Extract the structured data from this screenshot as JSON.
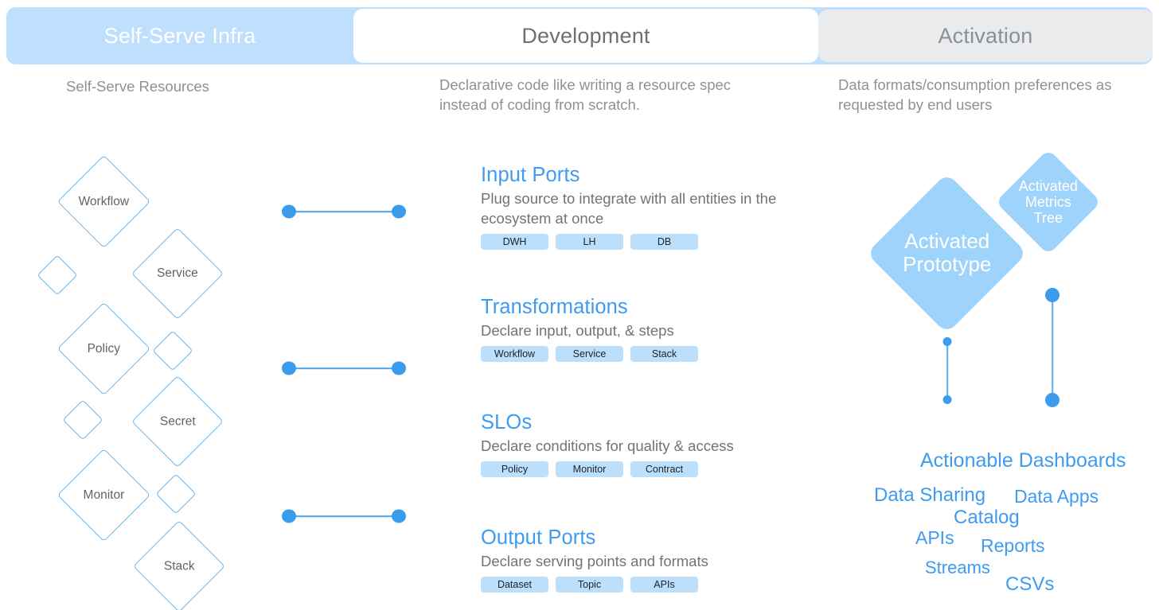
{
  "tabs": [
    {
      "id": "self-serve-infra",
      "label": "Self-Serve Infra",
      "state": "filled-blue"
    },
    {
      "id": "development",
      "label": "Development",
      "state": "white-active"
    },
    {
      "id": "activation",
      "label": "Activation",
      "state": "gray"
    }
  ],
  "column_subtitles": {
    "left": "Self-Serve Resources",
    "middle": "Declarative code like writing a resource spec instead of coding from scratch.",
    "right": "Data formats/consumption preferences as requested by end users"
  },
  "left_column": {
    "diamonds": [
      {
        "label": "Workflow",
        "size": "large"
      },
      {
        "label": "",
        "size": "small"
      },
      {
        "label": "Service",
        "size": "large"
      },
      {
        "label": "Policy",
        "size": "large"
      },
      {
        "label": "",
        "size": "small"
      },
      {
        "label": "",
        "size": "small"
      },
      {
        "label": "Secret",
        "size": "large"
      },
      {
        "label": "Monitor",
        "size": "large"
      },
      {
        "label": "",
        "size": "small"
      },
      {
        "label": "Stack",
        "size": "large"
      }
    ]
  },
  "middle_column": {
    "sections": [
      {
        "title": "Input Ports",
        "description": "Plug source to integrate with all entities in the ecosystem at once",
        "pills": [
          "DWH",
          "LH",
          "DB"
        ]
      },
      {
        "title": "Transformations",
        "description": "Declare input, output, & steps",
        "pills": [
          "Workflow",
          "Service",
          "Stack"
        ]
      },
      {
        "title": "SLOs",
        "description": "Declare conditions for quality & access",
        "pills": [
          "Policy",
          "Monitor",
          "Contract"
        ]
      },
      {
        "title": "Output Ports",
        "description": "Declare serving points and formats",
        "pills": [
          "Dataset",
          "Topic",
          "APIs"
        ]
      }
    ]
  },
  "right_column": {
    "diamonds": [
      {
        "label": "Activated\nPrototype",
        "size": "large"
      },
      {
        "label": "Activated\nMetrics\nTree",
        "size": "medium"
      }
    ],
    "word_cloud": [
      "Actionable Dashboards",
      "Data Sharing",
      "Data Apps",
      "Catalog",
      "APIs",
      "Reports",
      "Streams",
      "CSVs"
    ]
  },
  "colors": {
    "accent_blue": "#3e9bf0",
    "tab_bar_blue": "#bfe0fd",
    "pill_blue": "#bcdffc",
    "diamond_fill": "#9ed4fb",
    "diamond_stroke": "#65b4f0",
    "gray_tab": "#e9ebed",
    "text_gray": "#6f7479",
    "subtitle_gray": "#8d9196"
  }
}
